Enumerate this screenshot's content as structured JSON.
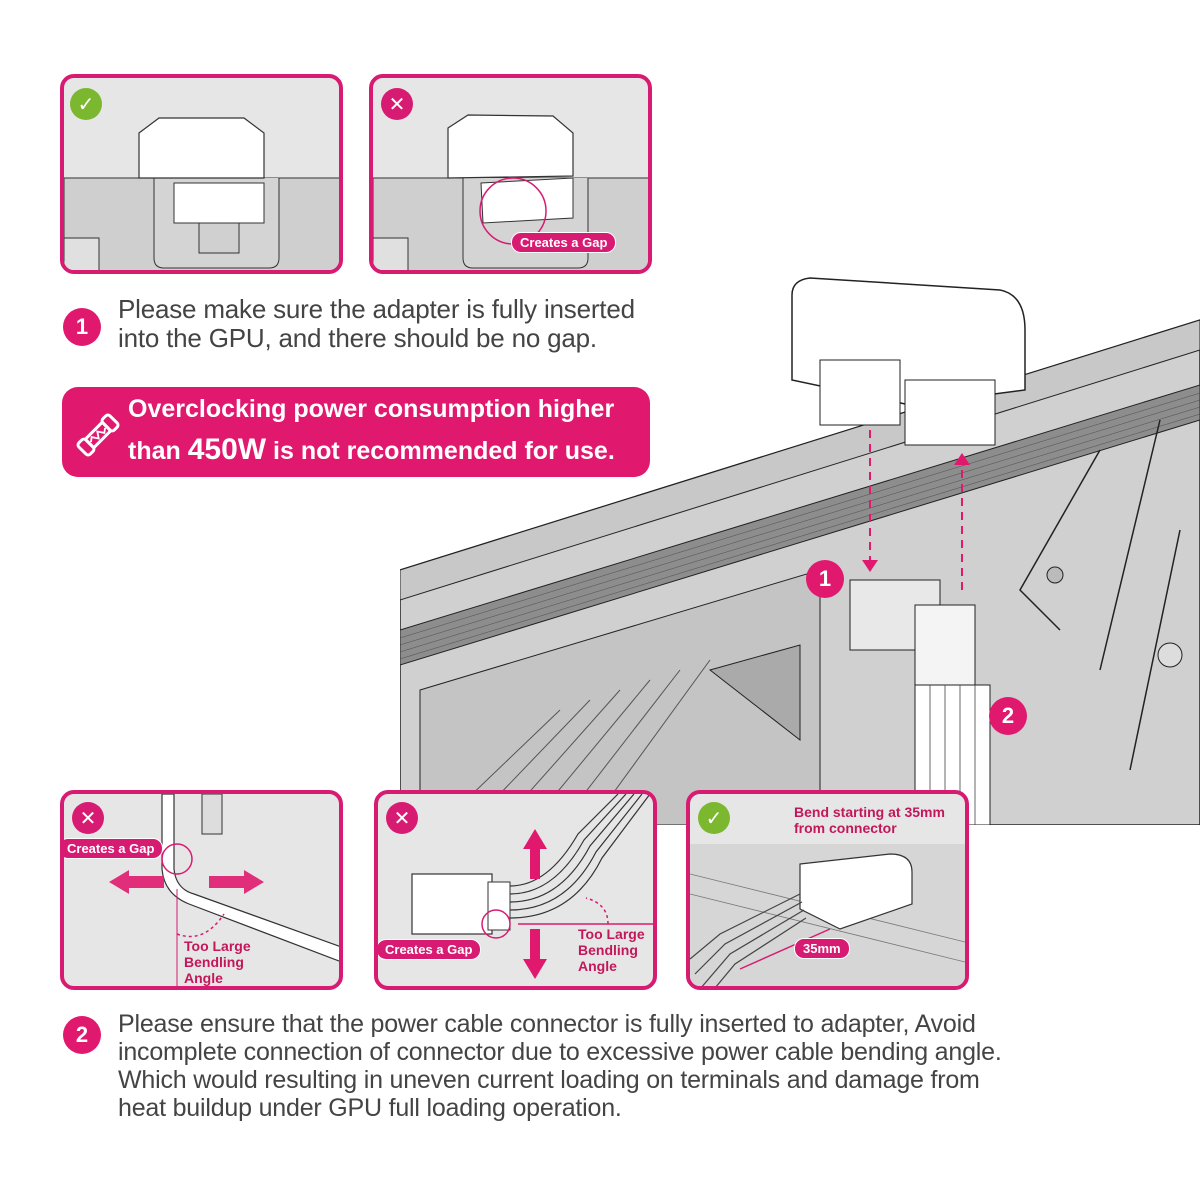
{
  "colors": {
    "accent": "#e0196f",
    "frame": "#d81b72",
    "ok_green": "#7cb82f",
    "panel_bg": "#e6e6e6",
    "gpu_gray": "#cfcfcf"
  },
  "top_panels": [
    {
      "status": "correct",
      "status_icon": "check-icon"
    },
    {
      "status": "incorrect",
      "status_icon": "x-icon",
      "callout": "Creates a Gap"
    }
  ],
  "step1": {
    "number": "1",
    "lines": [
      "Please make sure the adapter is fully inserted",
      "into the GPU, and there should be no gap."
    ]
  },
  "warning": {
    "icon": "fuse-icon",
    "line1": "Overclocking power consumption higher",
    "line2_pre": "than ",
    "line2_value": "450W",
    "line2_post": " is not recommended for use."
  },
  "diagram": {
    "marker1": "1",
    "marker2": "2"
  },
  "bottom_panels": [
    {
      "status": "incorrect",
      "status_icon": "x-icon",
      "callout": "Creates a Gap",
      "label": [
        "Too Large",
        "Bendling",
        "Angle"
      ]
    },
    {
      "status": "incorrect",
      "status_icon": "x-icon",
      "callout": "Creates a Gap",
      "label": [
        "Too Large",
        "Bendling",
        "Angle"
      ]
    },
    {
      "status": "correct",
      "status_icon": "check-icon",
      "label": [
        "Bend starting at 35mm",
        "from connector"
      ],
      "measure": "35mm"
    }
  ],
  "step2": {
    "number": "2",
    "lines": [
      "Please ensure that the power cable connector is fully inserted to adapter, Avoid",
      "incomplete connection of connector due to excessive power cable bending angle.",
      "Which would resulting in uneven current loading on terminals and damage from",
      "heat buildup under GPU full loading operation."
    ]
  }
}
